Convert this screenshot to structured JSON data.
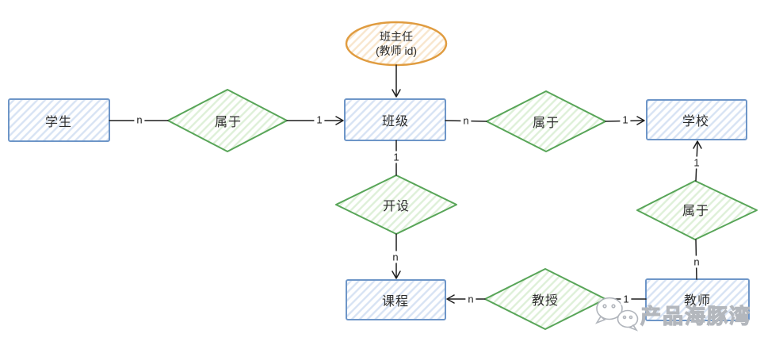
{
  "entities": [
    {
      "id": "student",
      "label": "学生"
    },
    {
      "id": "class",
      "label": "班级"
    },
    {
      "id": "school",
      "label": "学校"
    },
    {
      "id": "course",
      "label": "课程"
    },
    {
      "id": "teacher",
      "label": "教师"
    }
  ],
  "relationships": [
    {
      "id": "student-belongs-class",
      "label": "属于"
    },
    {
      "id": "class-belongs-school",
      "label": "属于"
    },
    {
      "id": "class-offers-course",
      "label": "开设"
    },
    {
      "id": "teacher-teaches-course",
      "label": "教授"
    },
    {
      "id": "teacher-belongs-school",
      "label": "属于"
    }
  ],
  "attribute": {
    "line1": "班主任",
    "line2": "(教师 id)"
  },
  "cardinalities": [
    {
      "edge": "student-to-belongs1",
      "value": "n"
    },
    {
      "edge": "belongs1-to-class",
      "value": "1"
    },
    {
      "edge": "class-to-belongs2",
      "value": "n"
    },
    {
      "edge": "belongs2-to-school",
      "value": "1"
    },
    {
      "edge": "class-to-offers",
      "value": "1"
    },
    {
      "edge": "offers-to-course",
      "value": "n"
    },
    {
      "edge": "teaches-to-course",
      "value": "n"
    },
    {
      "edge": "teacher-to-teaches",
      "value": "1"
    },
    {
      "edge": "teacher-to-belongs3",
      "value": "n"
    },
    {
      "edge": "belongs3-to-school",
      "value": "1"
    }
  ],
  "watermark": {
    "text": "产品海豚湾",
    "icon": "wechat-icon"
  },
  "colors": {
    "entity_border": "#6e96c8",
    "entity_hatch": "#d7e3f4",
    "relationship_border": "#58a558",
    "relationship_hatch": "#def0d8",
    "attribute_border": "#e09c40",
    "attribute_hatch": "#f8e6cd",
    "connector": "#1e1e1e",
    "watermark_outline": "#b3b7bd"
  }
}
